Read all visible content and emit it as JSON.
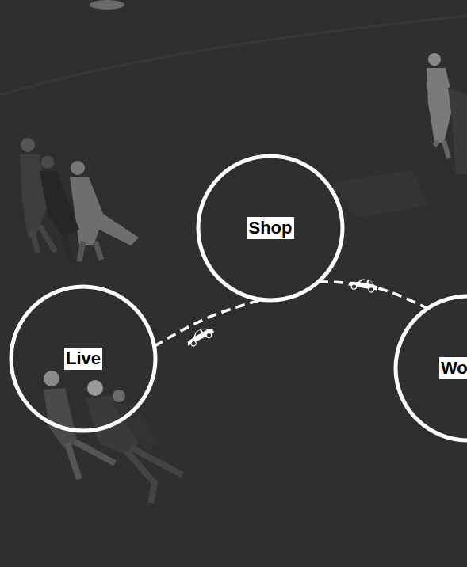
{
  "diagram": {
    "nodes": [
      {
        "text": [
          "Live"
        ]
      },
      {
        "text": [
          "Shop"
        ]
      },
      {
        "text": [
          "Wo"
        ]
      }
    ],
    "edges": [
      {
        "from": 0,
        "to": 1,
        "arrow": "none"
      },
      {
        "from": 1,
        "to": 2,
        "arrow": "none"
      }
    ]
  }
}
